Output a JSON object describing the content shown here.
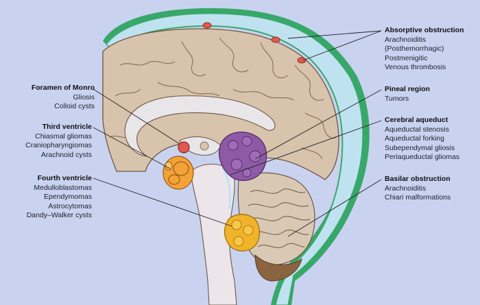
{
  "labels": {
    "foramen_of_monro": {
      "title": "Foramen of Monro",
      "items": [
        "Gliosis",
        "Colloid cysts"
      ]
    },
    "third_ventricle": {
      "title": "Third ventricle",
      "items": [
        "Chiasmal gliomas",
        "Craniopharyngiomas",
        "Arachnoid cysts"
      ]
    },
    "fourth_ventricle": {
      "title": "Fourth ventricle",
      "items": [
        "Medulloblastomas",
        "Ependymomas",
        "Astrocytomas",
        "Dandy–Walker cysts"
      ]
    },
    "absorptive_obstruction": {
      "title": "Absorptive obstruction",
      "items": [
        "Arachnoiditis",
        "(Posthemorrhagic)",
        "Postmenigitic",
        "Venous thrombosis"
      ]
    },
    "pineal_region": {
      "title": "Pineal region",
      "items": [
        "Tumors"
      ]
    },
    "cerebral_aqueduct": {
      "title": "Cerebral aqueduct",
      "items": [
        "Aqueductal stenosis",
        "Aqueductal forking",
        "Subependymal gliosis",
        "Periaqueductal gliomas"
      ]
    },
    "basilar_obstruction": {
      "title": "Basilar obstruction",
      "items": [
        "Arachnoiditis",
        "Chiari malformations"
      ]
    }
  },
  "colors": {
    "background": "#c9d3f0",
    "brain": "#d8c3ac",
    "brain_outline": "#6e5542",
    "csf_space": "#bfe2f0",
    "meninges": "#38a86a",
    "ventricle": "#e9e6ea",
    "pineal_tumor": "#8e5aa6",
    "fourth_ventricle_tumor": "#f1b32a",
    "third_ventricle_tumor": "#f3a23a",
    "monro_lesion": "#e2594f",
    "cerebellum": "#d9c9b4",
    "leader_line": "#222222"
  }
}
